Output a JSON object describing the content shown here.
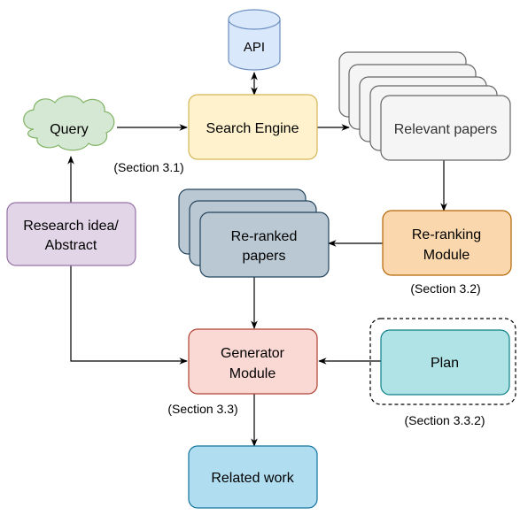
{
  "nodes": {
    "api": {
      "label": "API",
      "fill": "#dae8fc",
      "stroke": "#6c8ebf"
    },
    "query": {
      "label": "Query",
      "fill": "#d5e8d4",
      "stroke": "#82b366"
    },
    "search_engine": {
      "label": "Search Engine",
      "fill": "#fff2cc",
      "stroke": "#d6b656"
    },
    "relevant_papers": {
      "label": "Relevant papers",
      "fill": "#f5f5f5",
      "stroke": "#666666",
      "text_color": "#333333"
    },
    "research_idea": {
      "line1": "Research idea/",
      "line2": "Abstract",
      "fill": "#e1d5e7",
      "stroke": "#9673a6"
    },
    "reranked_papers": {
      "line1": "Re-ranked",
      "line2": "papers",
      "fill": "#bac8d3",
      "stroke": "#23445d"
    },
    "reranking_module": {
      "line1": "Re-ranking",
      "line2": "Module",
      "fill": "#fad7ac",
      "stroke": "#b46504"
    },
    "generator_module": {
      "line1": "Generator",
      "line2": "Module",
      "fill": "#fad9d5",
      "stroke": "#ae4132"
    },
    "plan": {
      "label": "Plan",
      "fill": "#b0e3e6",
      "stroke": "#0e8088"
    },
    "related_work": {
      "label": "Related work",
      "fill": "#b1ddf0",
      "stroke": "#10739e"
    }
  },
  "annotations": {
    "section_3_1": "(Section 3.1)",
    "section_3_2": "(Section 3.2)",
    "section_3_3": "(Section 3.3)",
    "section_3_3_2": "(Section 3.3.2)"
  }
}
